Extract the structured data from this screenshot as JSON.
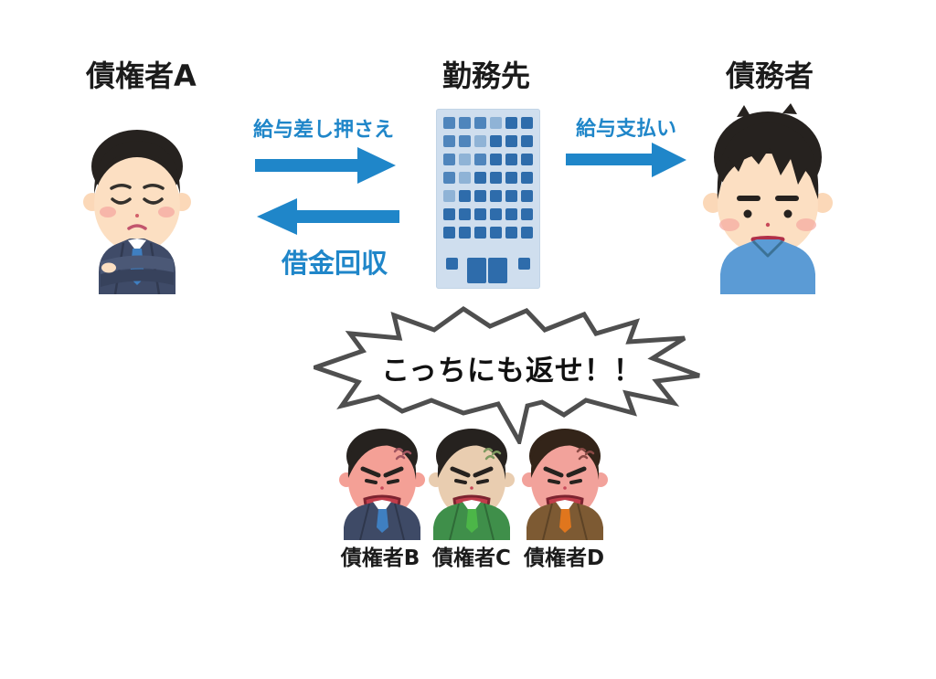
{
  "diagram_titles": {
    "creditor_a": "債権者A",
    "workplace": "勤務先",
    "debtor": "債務者"
  },
  "arrows": {
    "garnishment": {
      "label": "給与差し押さえ",
      "direction": "right",
      "color": "#1f86c9"
    },
    "collection": {
      "label": "借金回収",
      "direction": "left",
      "color": "#1f86c9"
    },
    "salary_payment": {
      "label": "給与支払い",
      "direction": "right",
      "color": "#1f86c9"
    }
  },
  "speech_bubble": {
    "text": "こっちにも返せ！！",
    "fill": "#ffffff",
    "stroke": "#4f4f4f"
  },
  "bottom_creditors": [
    {
      "label": "債権者B",
      "suit_color": "#3e4a66",
      "tie_color": "#3f7fc1",
      "skin_color": "#f4a096",
      "hair_color": "#26221f",
      "anger_mark_color": "#a05560"
    },
    {
      "label": "債権者C",
      "suit_color": "#3f8f4a",
      "tie_color": "#4cb648",
      "skin_color": "#e9cdb0",
      "hair_color": "#26221f",
      "anger_mark_color": "#7d9960"
    },
    {
      "label": "債権者D",
      "suit_color": "#7d5a33",
      "tie_color": "#e0761d",
      "skin_color": "#f2a29b",
      "hair_color": "#332419",
      "anger_mark_color": "#8a4a45"
    }
  ],
  "palette": {
    "background": "#ffffff",
    "arrow_blue": "#1f86c9",
    "title_text": "#1b1b1b",
    "skin": "#fcdfc2",
    "hair_black": "#26221f",
    "suit_navy_a": "#3f4b68",
    "tie_blue_a": "#3f7fc1",
    "debtor_sweater_blue": "#5b9bd5",
    "building_body": "#cfdeee",
    "building_window_dark": "#2e6cab",
    "building_window_mid": "#4f85bc",
    "building_window_light": "#8fb3d6"
  }
}
